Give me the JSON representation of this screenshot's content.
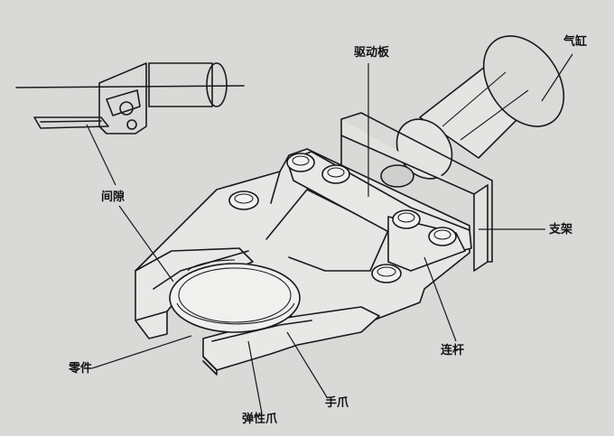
{
  "labels": {
    "qigang": "气缸",
    "qudongban": "驱动板",
    "zhijia": "支架",
    "jianxi": "间隙",
    "liangan": "连杆",
    "lingjian": "零件",
    "shouzhua": "手爪",
    "tanxingzhua": "弹性爪"
  },
  "colors": {
    "background": "#d9d9d7",
    "ink": "#1a1a1a"
  }
}
